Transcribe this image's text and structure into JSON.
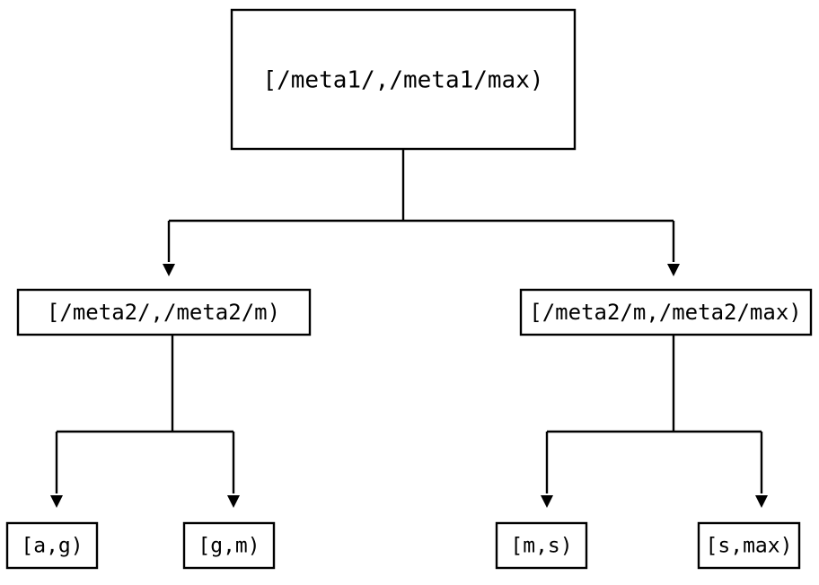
{
  "diagram": {
    "type": "tree",
    "title": "",
    "background_color": "#ffffff",
    "line_color": "#000000",
    "box_fill_color": "#ffffff",
    "arrow_style": "solid-triangle-down",
    "levels": 3,
    "nodes": {
      "root": {
        "label": "[/meta1/,/meta1/max)",
        "level": 0
      },
      "mid_left": {
        "label": "[/meta2/,/meta2/m)",
        "level": 1
      },
      "mid_right": {
        "label": "[/meta2/m,/meta2/max)",
        "level": 1
      },
      "leaf_1": {
        "label": "[a,g)",
        "level": 2
      },
      "leaf_2": {
        "label": "[g,m)",
        "level": 2
      },
      "leaf_3": {
        "label": "[m,s)",
        "level": 2
      },
      "leaf_4": {
        "label": "[s,max)",
        "level": 2
      }
    },
    "edges": [
      {
        "from": "root",
        "to": "mid_left"
      },
      {
        "from": "root",
        "to": "mid_right"
      },
      {
        "from": "mid_left",
        "to": "leaf_1"
      },
      {
        "from": "mid_left",
        "to": "leaf_2"
      },
      {
        "from": "mid_right",
        "to": "leaf_3"
      },
      {
        "from": "mid_right",
        "to": "leaf_4"
      }
    ]
  }
}
